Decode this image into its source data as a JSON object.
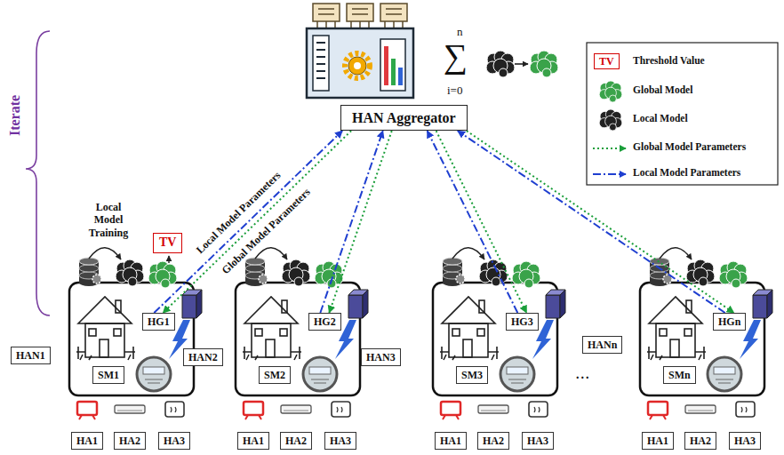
{
  "diagram": {
    "nodes": [
      {
        "text": [
          "HAN Aggregator"
        ]
      },
      {
        "text": [
          "TV"
        ]
      },
      {
        "text": [
          "HAN1"
        ]
      },
      {
        "text": [
          "HG1"
        ]
      },
      {
        "text": [
          "SM1"
        ]
      },
      {
        "text": [
          "HA1"
        ]
      },
      {
        "text": [
          "HA2"
        ]
      },
      {
        "text": [
          "HA3"
        ]
      },
      {
        "text": [
          "HAN2"
        ]
      },
      {
        "text": [
          "HG2"
        ]
      },
      {
        "text": [
          "SM2"
        ]
      },
      {
        "text": [
          "HA1"
        ]
      },
      {
        "text": [
          "HA2"
        ]
      },
      {
        "text": [
          "HA3"
        ]
      },
      {
        "text": [
          "HAN3"
        ]
      },
      {
        "text": [
          "HG3"
        ]
      },
      {
        "text": [
          "SM3"
        ]
      },
      {
        "text": [
          "HA1"
        ]
      },
      {
        "text": [
          "HA2"
        ]
      },
      {
        "text": [
          "HA3"
        ]
      },
      {
        "text": [
          "HANn"
        ]
      },
      {
        "text": [
          "HGn"
        ]
      },
      {
        "text": [
          "SMn"
        ]
      },
      {
        "text": [
          "HA1"
        ]
      },
      {
        "text": [
          "HA2"
        ]
      },
      {
        "text": [
          "HA3"
        ]
      }
    ],
    "edges": [
      {
        "from": 3,
        "to": 0,
        "arrow": "to",
        "label": "Local Model Parameters"
      },
      {
        "from": 0,
        "to": 3,
        "arrow": "to",
        "label": "Global Model Parameters"
      },
      {
        "from": 9,
        "to": 0,
        "arrow": "to"
      },
      {
        "from": 0,
        "to": 9,
        "arrow": "to"
      },
      {
        "from": 15,
        "to": 0,
        "arrow": "to"
      },
      {
        "from": 0,
        "to": 15,
        "arrow": "to"
      },
      {
        "from": 21,
        "to": 0,
        "arrow": "to"
      },
      {
        "from": 0,
        "to": 21,
        "arrow": "to"
      }
    ],
    "labels": [
      "Iterate",
      "Local Model Training",
      "TV",
      "∑",
      "n",
      "i=0",
      "..."
    ],
    "legend": [
      {
        "text": "Threshold Value"
      },
      {
        "text": "Global Model"
      },
      {
        "text": "Local Model"
      },
      {
        "text": "Global Model Parameters"
      },
      {
        "text": "Local Model Parameters"
      }
    ]
  }
}
